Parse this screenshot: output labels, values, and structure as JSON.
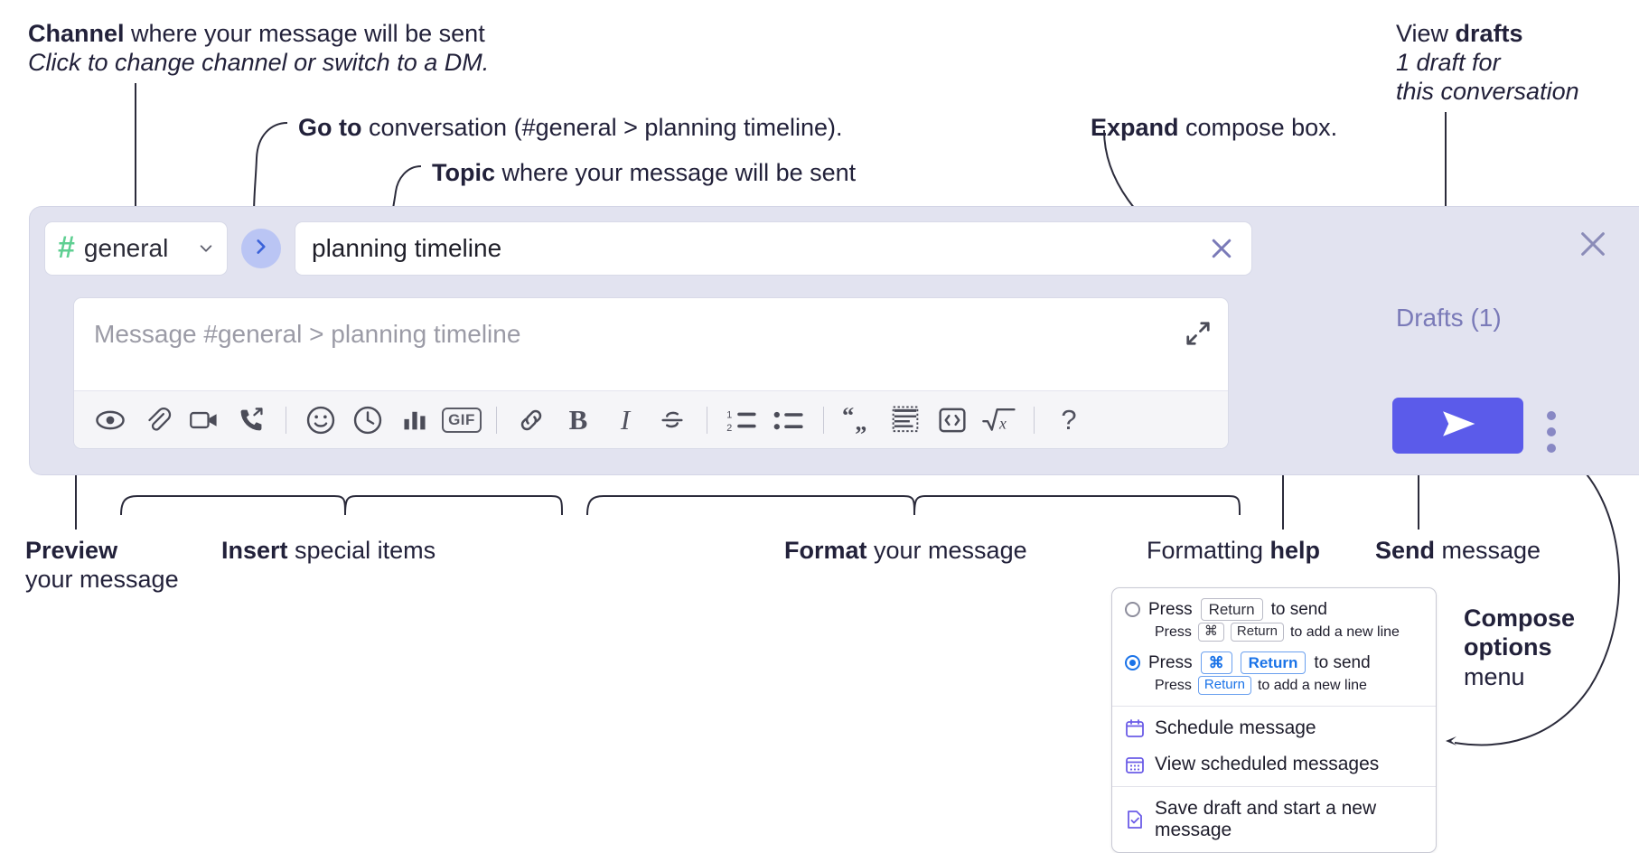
{
  "annotations": {
    "channel": {
      "bold": "Channel",
      "rest": " where your message will be sent",
      "sub": "Click to change channel or switch to a DM."
    },
    "goto": {
      "bold": "Go to",
      "rest": " conversation (#general > planning timeline)."
    },
    "topic": {
      "bold": "Topic",
      "rest": " where your message will be sent"
    },
    "expand": {
      "bold": "Expand",
      "rest": " compose box."
    },
    "drafts": {
      "pre": "View ",
      "bold": "drafts",
      "sub1": "1 draft for",
      "sub2": "this conversation"
    },
    "preview": {
      "bold": "Preview",
      "rest": "your message"
    },
    "insert": {
      "bold": "Insert",
      "rest": " special items"
    },
    "format": {
      "bold": "Format",
      "rest": " your message"
    },
    "help": {
      "pre": "Formatting ",
      "bold": "help"
    },
    "send": {
      "bold": "Send",
      "rest": " message"
    },
    "compose": {
      "bold1": "Compose",
      "bold2": "options",
      "rest": "menu"
    }
  },
  "compose": {
    "channel": {
      "hash": "#",
      "name": "general",
      "chevron_icon": "chevron-down-icon"
    },
    "goto_button": {
      "icon": "chevron-right-icon"
    },
    "topic": {
      "value": "planning timeline",
      "clear_icon": "close-icon"
    },
    "message": {
      "placeholder": "Message #general > planning timeline",
      "expand_icon": "expand-icon"
    },
    "panel_close_icon": "close-icon",
    "drafts_label": "Drafts (1)",
    "send_button": {
      "icon": "send-icon"
    },
    "kebab_icon": "more-vertical-icon",
    "toolbar": [
      {
        "name": "preview-icon",
        "kind": "svg",
        "label": ""
      },
      {
        "name": "attachment-icon",
        "kind": "svg",
        "label": ""
      },
      {
        "name": "video-icon",
        "kind": "svg",
        "label": ""
      },
      {
        "name": "call-icon",
        "kind": "svg",
        "label": ""
      },
      {
        "name": "separator",
        "kind": "sep",
        "label": ""
      },
      {
        "name": "emoji-icon",
        "kind": "svg",
        "label": ""
      },
      {
        "name": "clock-icon",
        "kind": "svg",
        "label": ""
      },
      {
        "name": "poll-icon",
        "kind": "svg",
        "label": ""
      },
      {
        "name": "gif-icon",
        "kind": "gif",
        "label": "GIF"
      },
      {
        "name": "separator",
        "kind": "sep",
        "label": ""
      },
      {
        "name": "link-icon",
        "kind": "svg",
        "label": ""
      },
      {
        "name": "bold-icon",
        "kind": "text",
        "label": "B"
      },
      {
        "name": "italic-icon",
        "kind": "text",
        "label": "I"
      },
      {
        "name": "strikethrough-icon",
        "kind": "svg",
        "label": ""
      },
      {
        "name": "separator",
        "kind": "sep",
        "label": ""
      },
      {
        "name": "ordered-list-icon",
        "kind": "svg",
        "label": ""
      },
      {
        "name": "bullet-list-icon",
        "kind": "svg",
        "label": ""
      },
      {
        "name": "separator",
        "kind": "sep",
        "label": ""
      },
      {
        "name": "blockquote-icon",
        "kind": "svg",
        "label": ""
      },
      {
        "name": "code-block-icon",
        "kind": "svg",
        "label": ""
      },
      {
        "name": "inline-code-icon",
        "kind": "svg",
        "label": ""
      },
      {
        "name": "math-icon",
        "kind": "svg",
        "label": ""
      },
      {
        "name": "separator",
        "kind": "sep",
        "label": ""
      },
      {
        "name": "help-icon",
        "kind": "qm",
        "label": "?"
      }
    ]
  },
  "options_menu": {
    "option1": {
      "selected": false,
      "press": "Press",
      "key": "Return",
      "to_send": "to send",
      "sub_press": "Press",
      "sub_key1": "⌘",
      "sub_key2": "Return",
      "sub_rest": "to add a new line"
    },
    "option2": {
      "selected": true,
      "press": "Press",
      "key1": "⌘",
      "key2": "Return",
      "to_send": "to send",
      "sub_press": "Press",
      "sub_key": "Return",
      "sub_rest": "to add a new line"
    },
    "items": [
      {
        "label": "Schedule message",
        "icon": "calendar-icon"
      },
      {
        "label": "View scheduled messages",
        "icon": "calendar-grid-icon"
      },
      {
        "label": "Save draft and start a new message",
        "icon": "document-check-icon"
      }
    ]
  },
  "colors": {
    "panel_bg": "#e2e3f0",
    "accent_purple": "#5b5bea",
    "drafts_purple": "#7a7ab8",
    "hash_green": "#5fcf92",
    "goto_blue": "#bac5f4",
    "radio_blue": "#1a73e8"
  }
}
